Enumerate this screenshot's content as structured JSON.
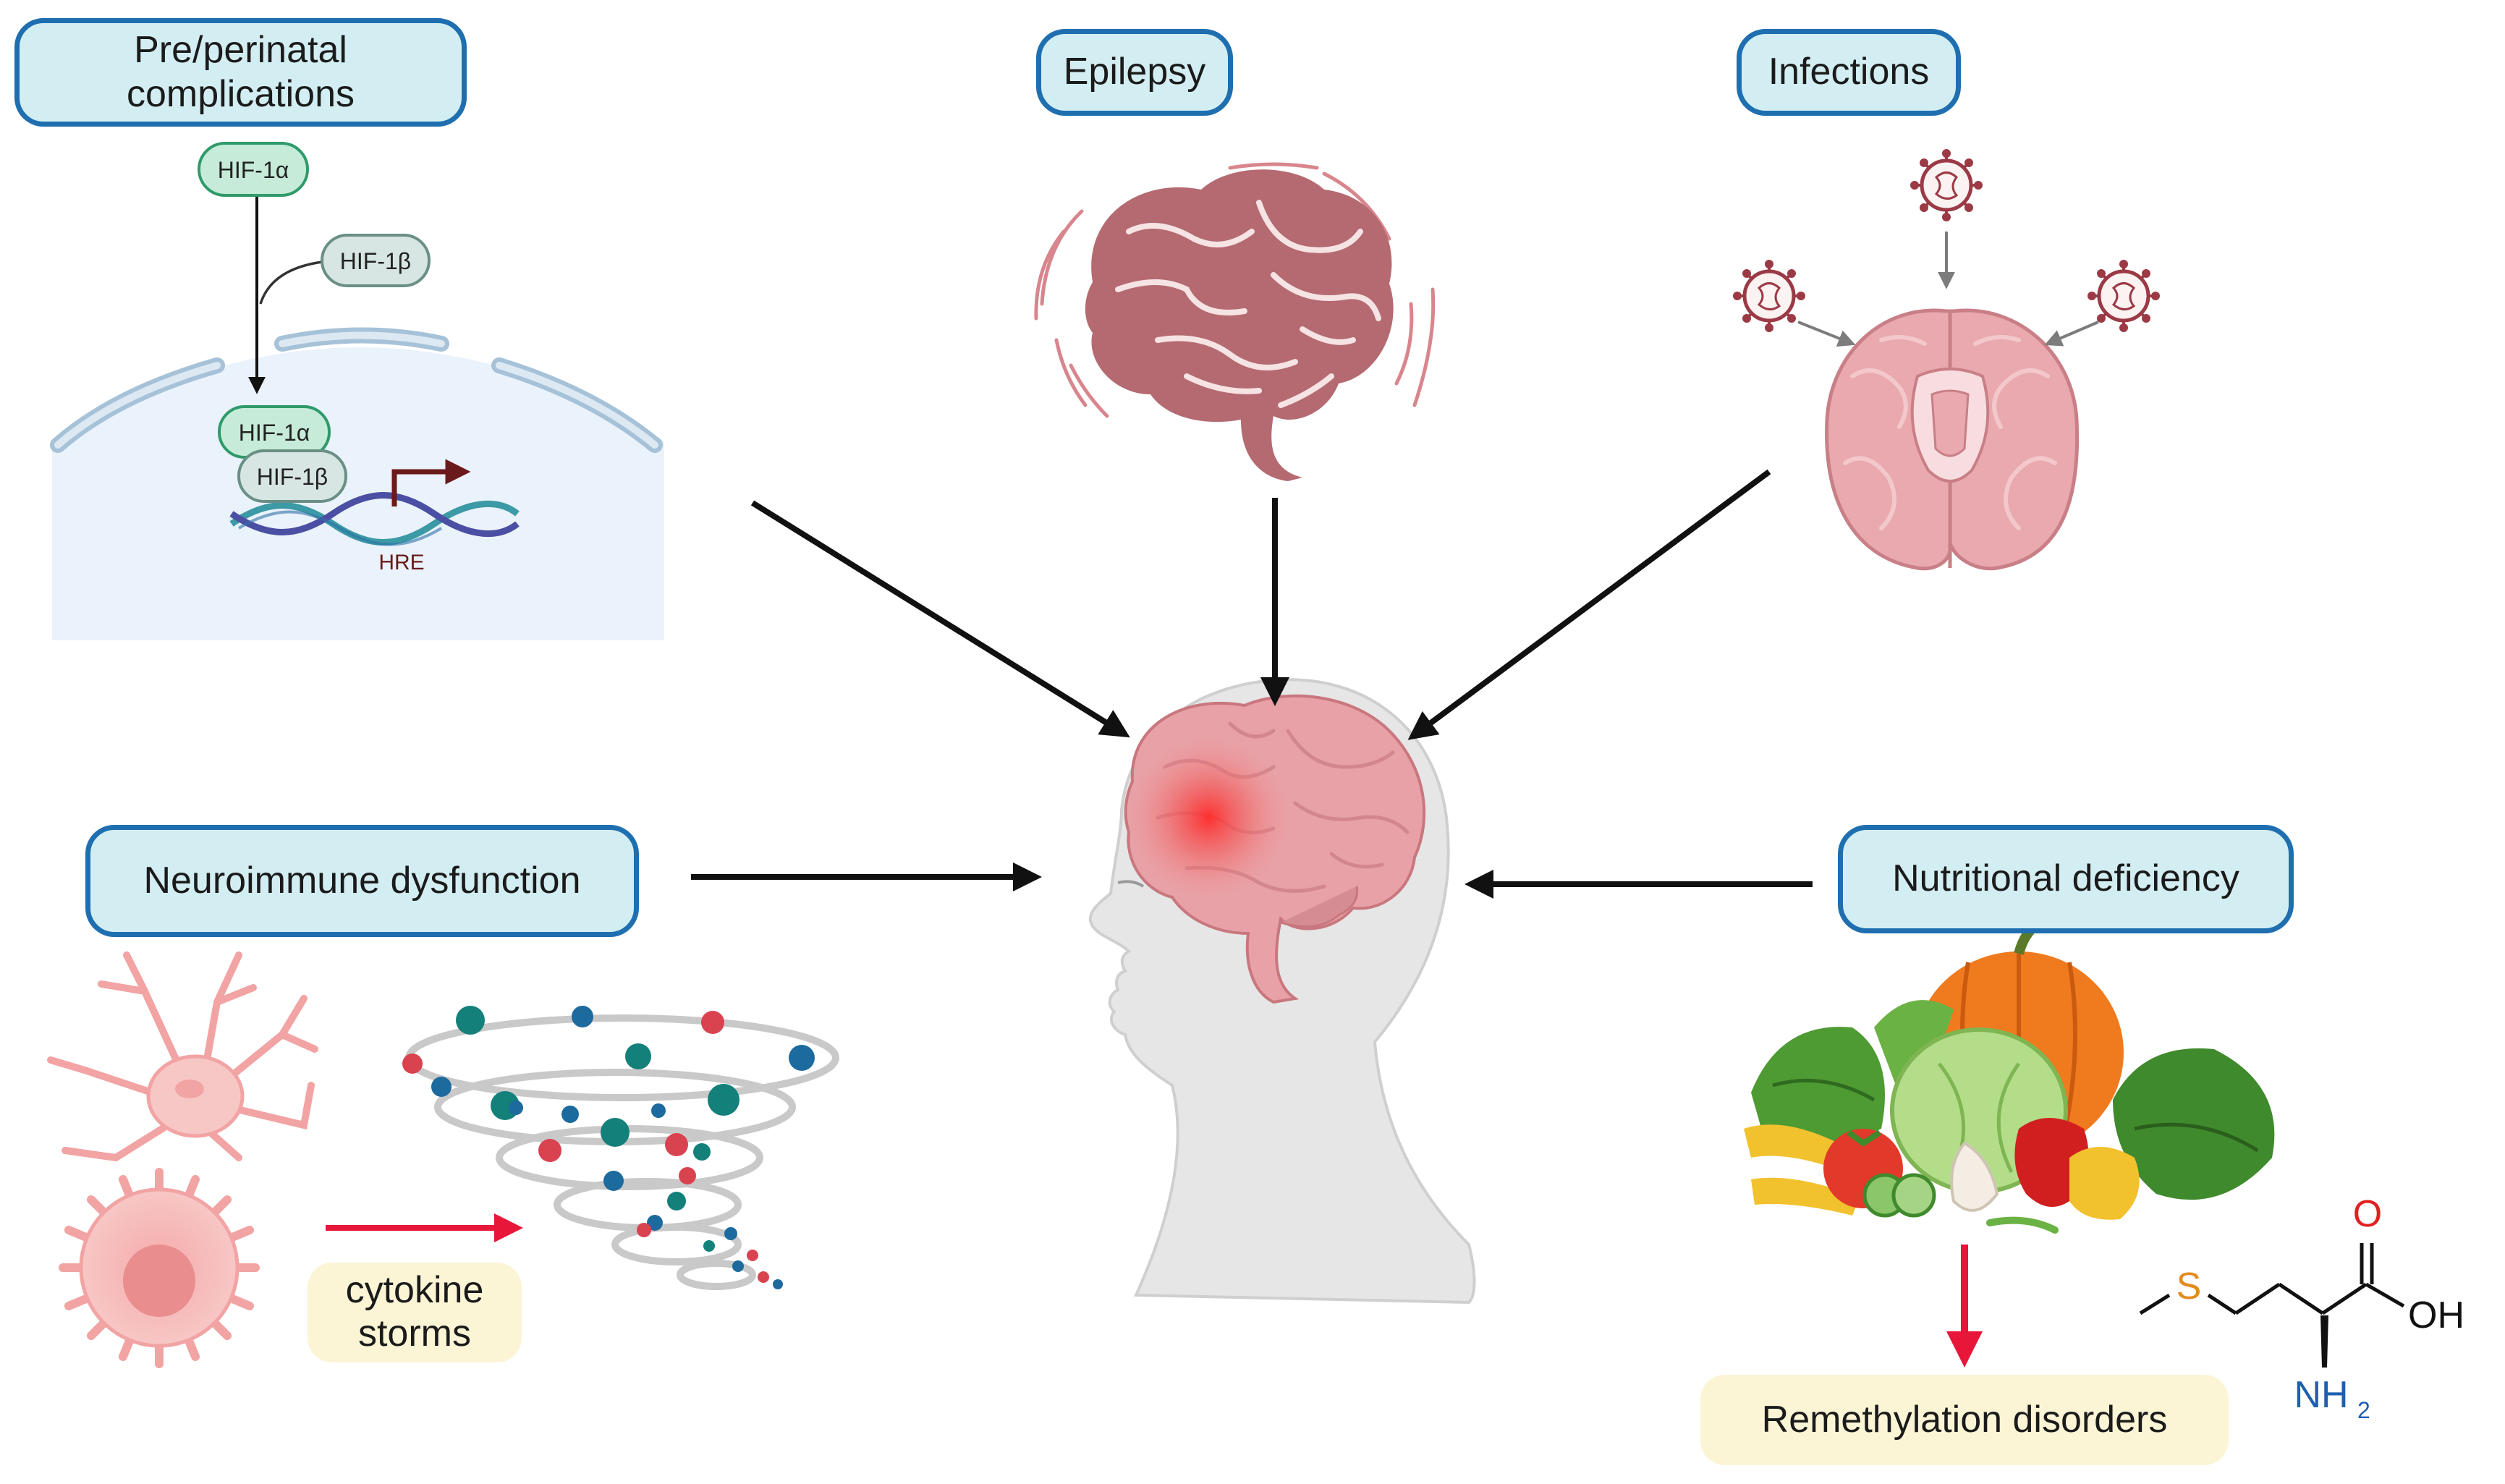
{
  "factors": {
    "perinatal": {
      "line1": "Pre/perinatal",
      "line2": "complications"
    },
    "epilepsy": "Epilepsy",
    "infections": "Infections",
    "neuroimmune": "Neuroimmune dysfunction",
    "nutritional": "Nutritional deficiency"
  },
  "hif": {
    "hif1a_top": "HIF-1α",
    "hif1b_top": "HIF-1β",
    "hif1a_bound": "HIF-1α",
    "hif1b_bound": "HIF-1β",
    "hre": "HRE"
  },
  "cytokine": {
    "line1": "cytokine",
    "line2": "storms"
  },
  "remethylation": "Remethylation disorders",
  "methionine": {
    "s": "S",
    "o": "O",
    "oh": "OH",
    "nh": "NH",
    "sub2": "2"
  },
  "colors": {
    "pill_fill": "#d3eef2",
    "pill_border": "#1f6fb0",
    "cream_fill": "#fbf5d6",
    "brain_pink": "#e8a1a6",
    "red_arrow": "#e8173a",
    "teal": "#14807a",
    "blue": "#1d6a9e",
    "red_dot": "#d9434f"
  }
}
